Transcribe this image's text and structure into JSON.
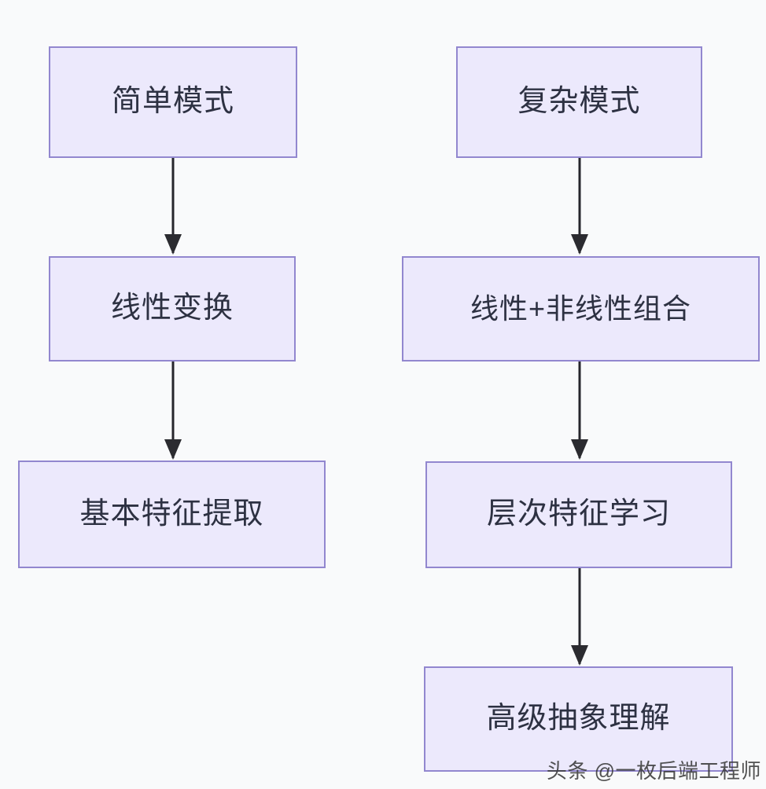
{
  "diagram": {
    "type": "flowchart",
    "direction": "top-down",
    "background_color": "#f9fafb",
    "node_fill_color": "#ece9fc",
    "node_border_color": "#9287cf",
    "node_text_color": "#2d3142",
    "edge_color": "#26262c",
    "columns": [
      {
        "id": "simple-branch",
        "nodes": [
          {
            "id": "simple-mode",
            "label": "简单模式"
          },
          {
            "id": "linear-transform",
            "label": "线性变换"
          },
          {
            "id": "basic-feature-extraction",
            "label": "基本特征提取"
          }
        ],
        "edges": [
          {
            "from": "simple-mode",
            "to": "linear-transform",
            "label": ""
          },
          {
            "from": "linear-transform",
            "to": "basic-feature-extraction",
            "label": ""
          }
        ]
      },
      {
        "id": "complex-branch",
        "nodes": [
          {
            "id": "complex-mode",
            "label": "复杂模式"
          },
          {
            "id": "linear-nonlinear-combo",
            "label": "线性+非线性组合"
          },
          {
            "id": "hierarchical-feature-learning",
            "label": "层次特征学习"
          },
          {
            "id": "advanced-abstract-understanding",
            "label": "高级抽象理解"
          }
        ],
        "edges": [
          {
            "from": "complex-mode",
            "to": "linear-nonlinear-combo",
            "label": ""
          },
          {
            "from": "linear-nonlinear-combo",
            "to": "hierarchical-feature-learning",
            "label": ""
          },
          {
            "from": "hierarchical-feature-learning",
            "to": "advanced-abstract-understanding",
            "label": ""
          }
        ]
      }
    ]
  },
  "watermark": {
    "text": "头条 @一枚后端工程师"
  }
}
